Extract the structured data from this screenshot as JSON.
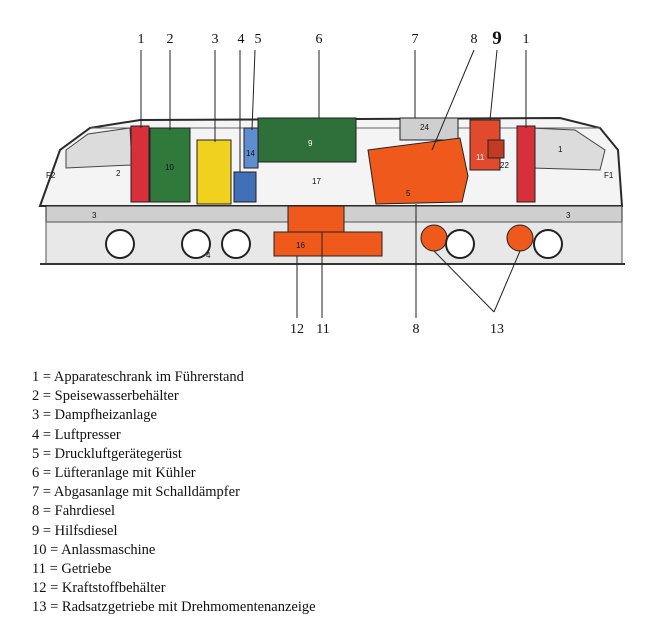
{
  "callouts_top": [
    {
      "id": "1a",
      "text": "1"
    },
    {
      "id": "2",
      "text": "2"
    },
    {
      "id": "3",
      "text": "3"
    },
    {
      "id": "4",
      "text": "4"
    },
    {
      "id": "5",
      "text": "5"
    },
    {
      "id": "6",
      "text": "6"
    },
    {
      "id": "7",
      "text": "7"
    },
    {
      "id": "8a",
      "text": "8"
    },
    {
      "id": "9",
      "text": "9"
    },
    {
      "id": "1b",
      "text": "1"
    }
  ],
  "callouts_bottom": [
    {
      "id": "12",
      "text": "12"
    },
    {
      "id": "11",
      "text": "11"
    },
    {
      "id": "8b",
      "text": "8"
    },
    {
      "id": "13",
      "text": "13"
    }
  ],
  "inner_labels": {
    "f2": "F2",
    "f1": "F1",
    "n10": "10",
    "n9": "9",
    "n17": "17",
    "n24": "24",
    "n22": "22",
    "n11": "11",
    "n5": "5",
    "n3a": "3",
    "n3b": "3",
    "n2": "2",
    "n1": "1",
    "n4": "4",
    "n16": "16",
    "n14": "14"
  },
  "legend": [
    "1 = Apparateschrank im Führerstand",
    "2 = Speisewasserbehälter",
    "3 = Dampfheizanlage",
    "4 = Luftpresser",
    "5 = Druckluftgerätegerüst",
    "6 = Lüfteranlage mit Kühler",
    "7 = Abgasanlage mit Schalldämpfer",
    "8 = Fahrdiesel",
    "9 = Hilfsdiesel",
    "10 = Anlassmaschine",
    "11 = Getriebe",
    "12 = Kraftstoffbehälter",
    "13 = Radsatzgetriebe mit Drehmomentenanzeige"
  ],
  "colors": {
    "cabinet_red": "#d8303a",
    "tank_green": "#2f7a3a",
    "heater_yellow": "#f0d21e",
    "compressor_blue": "#3f6fb5",
    "diesel_orange": "#ef5a1c",
    "cooler_green": "#2f6f3a",
    "outline": "#2a2a2a"
  }
}
